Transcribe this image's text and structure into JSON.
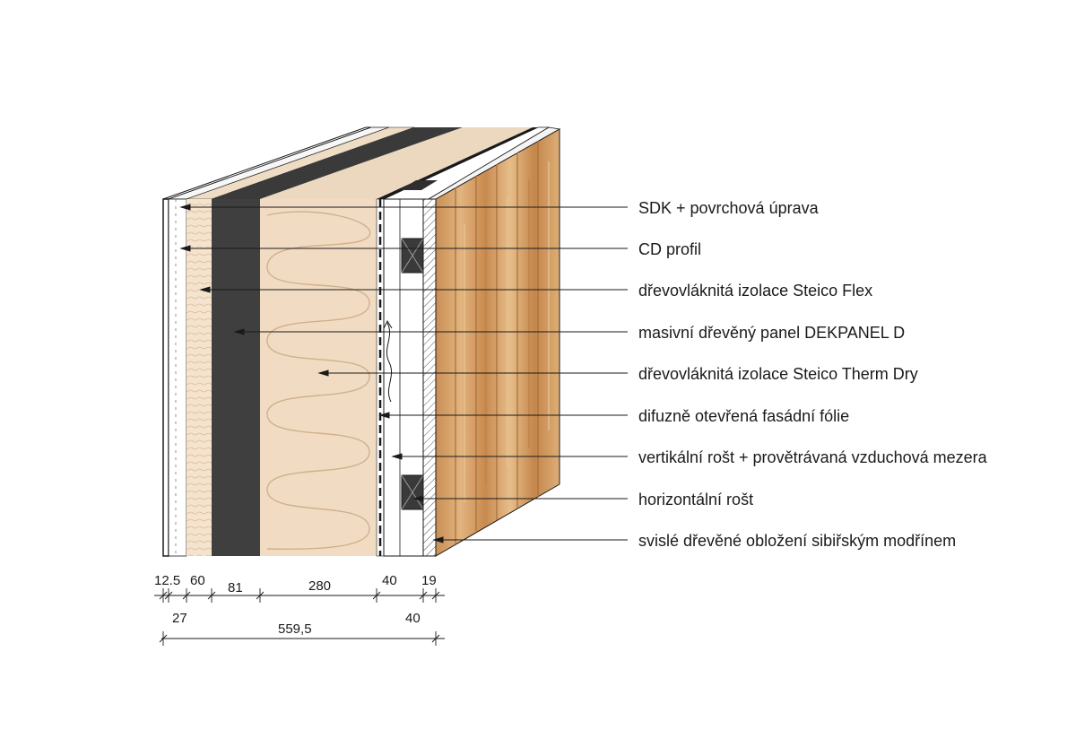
{
  "callouts": [
    "SDK + povrchová úprava",
    "CD profil",
    "dřevovláknitá izolace Steico Flex",
    "masivní dřevěný panel DEKPANEL D",
    "dřevovláknitá izolace Steico Therm Dry",
    "difuzně otevřená fasádní fólie",
    "vertikální rošt + provětrávaná vzduchová mezera",
    "horizontální rošt",
    "svislé dřevěné obložení sibiřským modřínem"
  ],
  "dimensions": {
    "top_row": [
      "12.5",
      "60",
      "81",
      "280",
      "40",
      "19"
    ],
    "middle_row": [
      "27",
      "40"
    ],
    "total": "559,5"
  },
  "colors": {
    "insulation": "#f1dcc3",
    "insulation_top": "#ecd8bf",
    "panel": "#3f3f3f",
    "cladding": "#d9a670",
    "cladding_dark": "#b27a44",
    "line": "#1a1a1a"
  }
}
